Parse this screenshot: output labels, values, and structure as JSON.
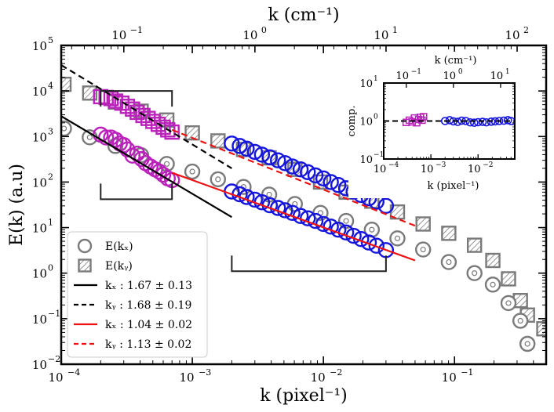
{
  "chart_data": {
    "type": "scatter",
    "scale": {
      "x": "log",
      "y": "log"
    },
    "xlim": [
      0.0001,
      0.5
    ],
    "ylim": [
      0.01,
      100000
    ],
    "top_axis": {
      "label": "k (cm⁻¹)",
      "lim": [
        0.0333,
        166.7
      ],
      "ticks": [
        0.1,
        1,
        10,
        100
      ]
    },
    "xlabel": "k (pixel⁻¹)",
    "ylabel": "E(k) (a.u)",
    "grid": false,
    "legend_position": "lower-left",
    "colors": {
      "gray": "#7a7a7a",
      "magenta": "#bb22bb",
      "blue": "#1515dd",
      "red": "#ee1111",
      "black": "#000000"
    },
    "series_names": {
      "ex": "E(kₓ)",
      "ey": "E(kᵧ)",
      "fit1": "kₓ : 1.67 ± 0.13",
      "fit2": "kᵧ : 1.68 ± 0.19",
      "fit3": "kₓ : 1.04 ± 0.02",
      "fit4": "kᵧ : 1.13 ± 0.02"
    },
    "series": [
      {
        "key": "ex",
        "marker": "circle",
        "k": [
          0.000105,
          0.000165,
          0.000259,
          0.000407,
          0.000639,
          0.001,
          0.00157,
          0.00246,
          0.00386,
          0.00606,
          0.0095,
          0.0149,
          0.0234,
          0.0367,
          0.0576,
          0.0904,
          0.142,
          0.196,
          0.258,
          0.318,
          0.36
        ],
        "E": [
          1500,
          960,
          620,
          390,
          250,
          170,
          115,
          78,
          53,
          33,
          21,
          14,
          9,
          5.8,
          3.3,
          1.75,
          1.0,
          0.56,
          0.22,
          0.09,
          0.028
        ]
      },
      {
        "key": "ey",
        "marker": "square",
        "k": [
          0.000105,
          0.000165,
          0.000259,
          0.000407,
          0.000639,
          0.001,
          0.00157,
          0.00246,
          0.00386,
          0.00606,
          0.0095,
          0.0149,
          0.0234,
          0.0367,
          0.0576,
          0.0904,
          0.142,
          0.196,
          0.258,
          0.318,
          0.36,
          0.48
        ],
        "E": [
          14000,
          9000,
          5700,
          3600,
          2300,
          1200,
          800,
          520,
          340,
          190,
          100,
          60,
          38,
          22,
          12,
          7.5,
          4.1,
          1.9,
          0.75,
          0.25,
          0.12,
          0.06
        ]
      },
      {
        "key": "ex-magenta",
        "marker": "circle",
        "color": "magenta",
        "k": [
          0.0002,
          0.00022,
          0.00024,
          0.00026,
          0.00028,
          0.0003,
          0.00032,
          0.00035,
          0.00038,
          0.00041,
          0.00044,
          0.00048,
          0.00052,
          0.00056,
          0.0006,
          0.00065,
          0.0007
        ],
        "E": [
          1100,
          950,
          950,
          850,
          700,
          650,
          520,
          380,
          420,
          320,
          260,
          220,
          190,
          170,
          145,
          120,
          110
        ]
      },
      {
        "key": "ey-magenta",
        "marker": "square",
        "color": "magenta",
        "k": [
          0.0002,
          0.00022,
          0.00024,
          0.00026,
          0.00029,
          0.00032,
          0.00035,
          0.00038,
          0.00042,
          0.00046,
          0.0005,
          0.00055,
          0.0006,
          0.00065,
          0.0007
        ],
        "E": [
          7500,
          7200,
          6800,
          6000,
          5400,
          4600,
          4000,
          3400,
          2900,
          2500,
          2150,
          1850,
          1600,
          1400,
          1250
        ]
      },
      {
        "key": "ex-blue",
        "marker": "circle",
        "color": "blue",
        "k": [
          0.002,
          0.0023,
          0.0026,
          0.003,
          0.0034,
          0.0039,
          0.0045,
          0.0051,
          0.0058,
          0.0067,
          0.0076,
          0.0087,
          0.01,
          0.0114,
          0.013,
          0.0149,
          0.017,
          0.0194,
          0.0222,
          0.0254,
          0.03
        ],
        "E": [
          62,
          54,
          47,
          41,
          36,
          31,
          27,
          24,
          21,
          18,
          16,
          14,
          12,
          10.5,
          9,
          7.8,
          6.6,
          5.6,
          4.7,
          4.0,
          3.2
        ]
      },
      {
        "key": "ey-blue",
        "marker": "circle",
        "color": "blue",
        "k": [
          0.002,
          0.0023,
          0.0026,
          0.003,
          0.0034,
          0.0039,
          0.0045,
          0.0051,
          0.0058,
          0.0067,
          0.0076,
          0.0087,
          0.01,
          0.0114,
          0.013,
          0.0149,
          0.017,
          0.0194,
          0.0222,
          0.0254,
          0.03
        ],
        "E": [
          700,
          620,
          540,
          460,
          400,
          350,
          300,
          260,
          220,
          190,
          165,
          140,
          120,
          100,
          86,
          73,
          62,
          52,
          44,
          37,
          30
        ]
      },
      {
        "key": "fit1",
        "marker": "line",
        "color": "black",
        "dash": false,
        "k": [
          0.0001,
          0.002
        ],
        "E": [
          2800,
          17
        ]
      },
      {
        "key": "fit2",
        "marker": "line",
        "color": "black",
        "dash": true,
        "k": [
          0.0001,
          0.002
        ],
        "E": [
          37000,
          200
        ]
      },
      {
        "key": "fit3",
        "marker": "line",
        "color": "red",
        "dash": false,
        "k": [
          0.0007,
          0.05
        ],
        "E": [
          160,
          1.9
        ]
      },
      {
        "key": "fit4",
        "marker": "line",
        "color": "red",
        "dash": true,
        "k": [
          0.0007,
          0.05
        ],
        "E": [
          1400,
          11
        ]
      }
    ],
    "brackets": [
      {
        "k": [
          0.0002,
          0.0007
        ],
        "E": [
          10000,
          42
        ]
      },
      {
        "k": [
          0.002,
          0.03
        ],
        "E": [
          1.1
        ]
      }
    ],
    "inset": {
      "xlabel": "k (pixel⁻¹)",
      "top_label": "k (cm⁻¹)",
      "ylabel": "comp.",
      "xlim": [
        0.0001,
        0.06
      ],
      "ylim": [
        0.1,
        10
      ],
      "ref_line": 1,
      "magenta_k": [
        0.0003,
        0.00035,
        0.0004,
        0.00045,
        0.0005,
        0.00055,
        0.0006,
        0.00065,
        0.0007
      ],
      "magenta_v": [
        0.92,
        1.05,
        0.95,
        1.2,
        0.9,
        1.1,
        1.25,
        1.05,
        1.3
      ],
      "blue_k": [
        0.002,
        0.0025,
        0.003,
        0.0037,
        0.0045,
        0.0055,
        0.0068,
        0.0083,
        0.01,
        0.0125,
        0.015,
        0.019,
        0.023,
        0.028,
        0.035,
        0.043,
        0.05
      ],
      "blue_v": [
        1.0,
        1.05,
        0.98,
        0.95,
        1.02,
        1.0,
        0.92,
        0.9,
        0.93,
        0.95,
        0.92,
        0.96,
        0.98,
        1.0,
        1.02,
        1.05,
        1.0
      ]
    }
  }
}
